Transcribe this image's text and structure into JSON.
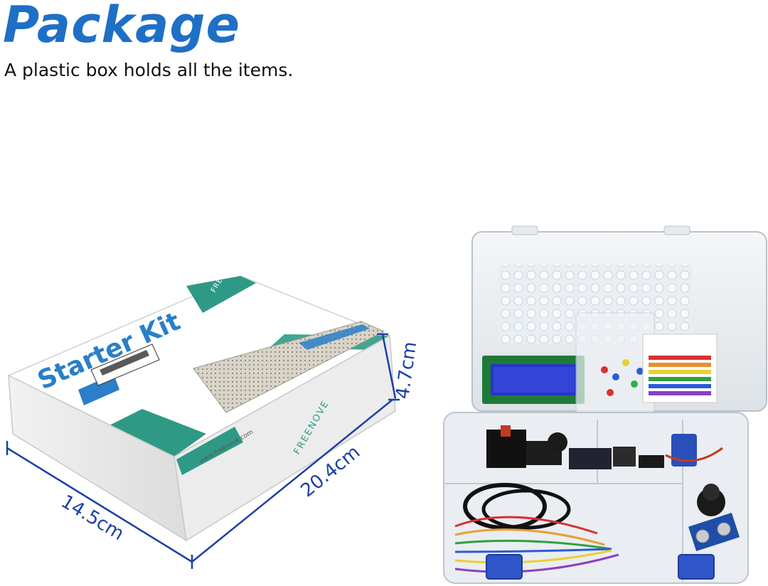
{
  "header": {
    "title": "Package",
    "subtitle": "A plastic box holds all the items."
  },
  "box_product": {
    "brand": "FREENOVE",
    "product_label": "Starter Kit",
    "website": "www.freenove.com"
  },
  "dimensions": {
    "length": "20.4cm",
    "width": "14.5cm",
    "height": "4.7cm"
  },
  "colors": {
    "title": "#1f6fc6",
    "dimension_lines": "#1b3fa6",
    "box_teal": "#2e9a86",
    "box_blue": "#2a7fc8",
    "case_latch": "#2f55c9"
  }
}
